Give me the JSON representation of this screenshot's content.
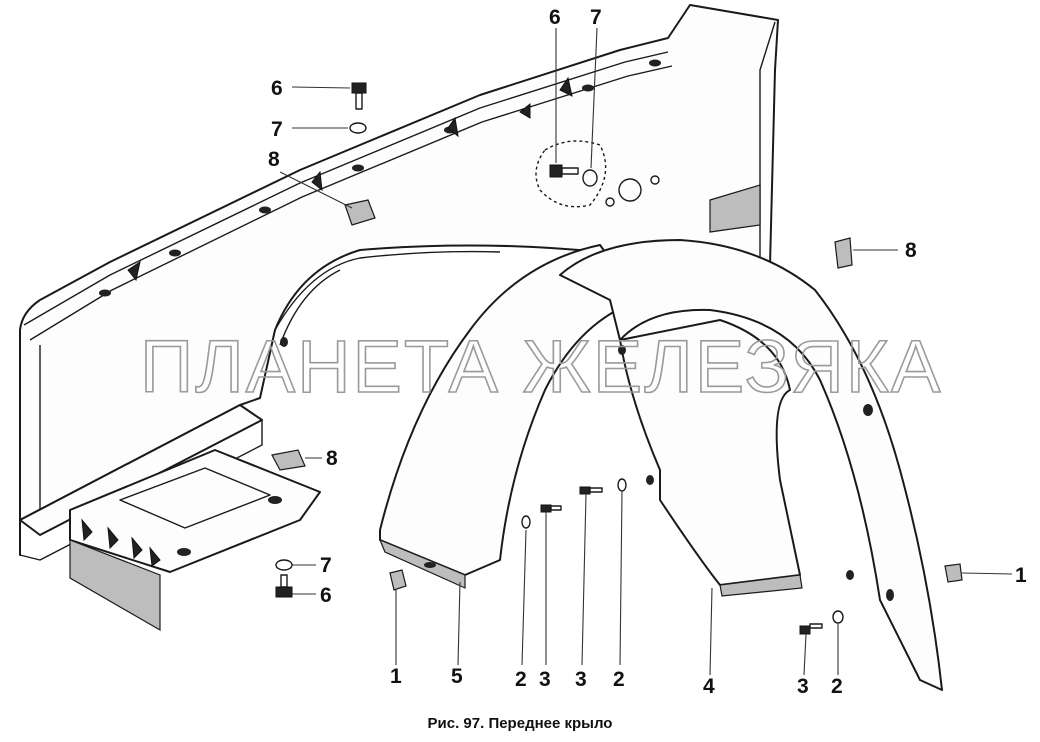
{
  "diagram": {
    "caption": "Рис. 97. Переднее крыло",
    "watermark": "ПЛАНЕТА ЖЕЛЕЗЯКА",
    "callouts": [
      {
        "id": "c6a",
        "label": "6"
      },
      {
        "id": "c7a",
        "label": "7"
      },
      {
        "id": "c8a",
        "label": "8"
      },
      {
        "id": "c6b",
        "label": "6"
      },
      {
        "id": "c7b",
        "label": "7"
      },
      {
        "id": "c8b",
        "label": "8"
      },
      {
        "id": "c8c",
        "label": "8"
      },
      {
        "id": "c7c",
        "label": "7"
      },
      {
        "id": "c6c",
        "label": "6"
      },
      {
        "id": "c1a",
        "label": "1"
      },
      {
        "id": "c1b",
        "label": "1"
      },
      {
        "id": "c5",
        "label": "5"
      },
      {
        "id": "c2a",
        "label": "2"
      },
      {
        "id": "c3a",
        "label": "3"
      },
      {
        "id": "c3b",
        "label": "3"
      },
      {
        "id": "c2b",
        "label": "2"
      },
      {
        "id": "c4",
        "label": "4"
      },
      {
        "id": "c3c",
        "label": "3"
      },
      {
        "id": "c2c",
        "label": "2"
      }
    ]
  }
}
